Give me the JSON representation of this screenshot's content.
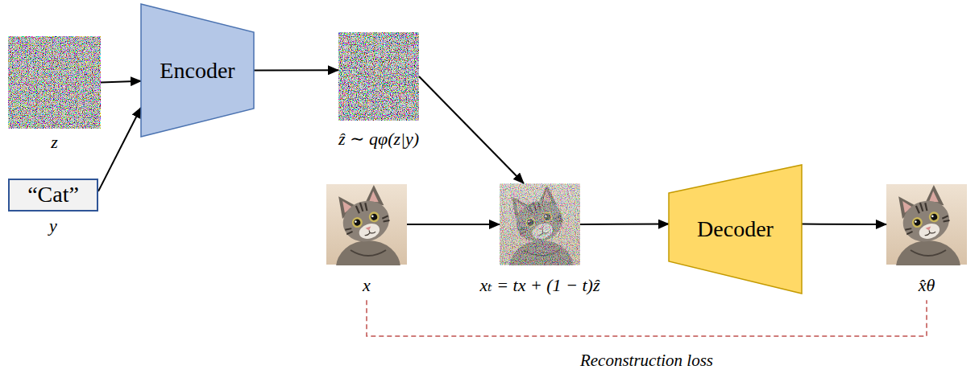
{
  "diagram": {
    "nodes": [
      {
        "text": [
          "z"
        ]
      },
      {
        "text": [
          "“Cat”",
          "y"
        ]
      },
      {
        "text": [
          "Encoder"
        ]
      },
      {
        "text": [
          "ẑ ∼ qφ(z|y)"
        ]
      },
      {
        "text": [
          "x"
        ]
      },
      {
        "text": [
          "xₜ = tx + (1 − t)ẑ"
        ]
      },
      {
        "text": [
          "Decoder"
        ]
      },
      {
        "text": [
          "x̂θ"
        ]
      }
    ],
    "edges": [
      {
        "from": 0,
        "to": 2,
        "arrow": "to"
      },
      {
        "from": 1,
        "to": 2,
        "arrow": "to"
      },
      {
        "from": 2,
        "to": 3,
        "arrow": "to"
      },
      {
        "from": 3,
        "to": 5,
        "arrow": "to"
      },
      {
        "from": 4,
        "to": 5,
        "arrow": "to"
      },
      {
        "from": 5,
        "to": 6,
        "arrow": "to"
      },
      {
        "from": 6,
        "to": 7,
        "arrow": "to"
      },
      {
        "from": 4,
        "to": 7,
        "label": "Reconstruction loss",
        "arrow": "none"
      }
    ]
  }
}
